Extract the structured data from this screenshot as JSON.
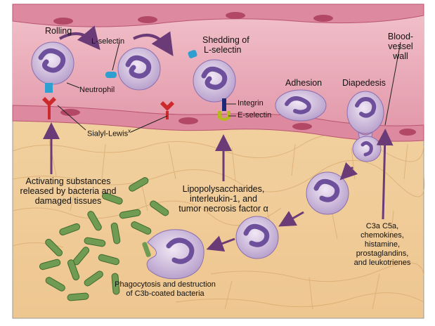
{
  "labels": {
    "rolling": "Rolling",
    "l_selectin": "L-selectin",
    "neutrophil": "Neutrophil",
    "sialyl_lewis": "Sialyl-Lewis",
    "sialyl_lewis_sup": "x",
    "shedding_line1": "Shedding of",
    "shedding_line2": "L-selectin",
    "integrin": "Integrin",
    "e_selectin": "E-selectin",
    "adhesion": "Adhesion",
    "diapedesis": "Diapedesis",
    "vessel_wall_line1": "Blood-",
    "vessel_wall_line2": "vessel",
    "vessel_wall_line3": "wall",
    "activating_line1": "Activating substances",
    "activating_line2": "released by bacteria and",
    "activating_line3": "damaged tissues",
    "lps_line1": "Lipopolysaccharides,",
    "lps_line2": "interleukin-1, and",
    "lps_line3": "tumor necrosis factor α",
    "c3a_line1": "C3a  C5a,",
    "c3a_line2": "chemokines,",
    "c3a_line3": "histamine,",
    "c3a_line4": "prostaglandins,",
    "c3a_line5": "and leukotrienes",
    "phago_line1": "Phagocytosis and destruction",
    "phago_line2": "of C3b-coated bacteria"
  },
  "colors": {
    "vessel_lumen": "#e9aab8",
    "vessel_wall": "#d97f96",
    "tissue": "#f0cc9a",
    "tissue_lines": "#dcae74",
    "neutrophil": "#d9c8e3",
    "nucleus": "#8a6fb0",
    "bacteria": "#6f9b52",
    "arrow": "#6b3b78",
    "receptor": "#cc2a2a",
    "l_selectin": "#2f9fd0",
    "integrin": "#1c2a78",
    "e_selectin": "#b7b820"
  }
}
